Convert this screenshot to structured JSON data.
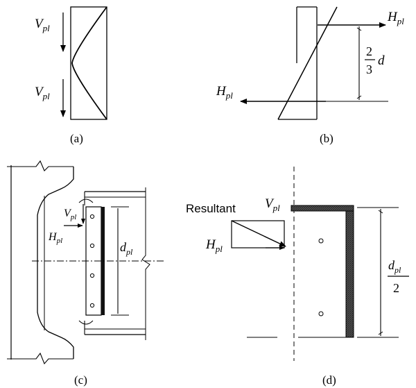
{
  "panel_a": {
    "label_top": {
      "main": "V",
      "sub": "pl"
    },
    "label_bottom": {
      "main": "V",
      "sub": "pl"
    },
    "caption": "(a)"
  },
  "panel_b": {
    "label_right": {
      "main": "H",
      "sub": "pl"
    },
    "label_left": {
      "main": "H",
      "sub": "pl"
    },
    "fraction_num": "2",
    "fraction_den": "3",
    "fraction_var": "d",
    "caption": "(b)"
  },
  "panel_c": {
    "label_v": {
      "main": "V",
      "sub": "pl"
    },
    "label_h": {
      "main": "H",
      "sub": "pl"
    },
    "label_d": {
      "main": "d",
      "sub": "pl"
    },
    "caption": "(c)"
  },
  "panel_d": {
    "resultant": "Resultant",
    "label_v": {
      "main": "V",
      "sub": "pl"
    },
    "label_h": {
      "main": "H",
      "sub": "pl"
    },
    "label_d": {
      "main": "d",
      "sub": "pl"
    },
    "fraction_den": "2",
    "caption": "(d)"
  }
}
